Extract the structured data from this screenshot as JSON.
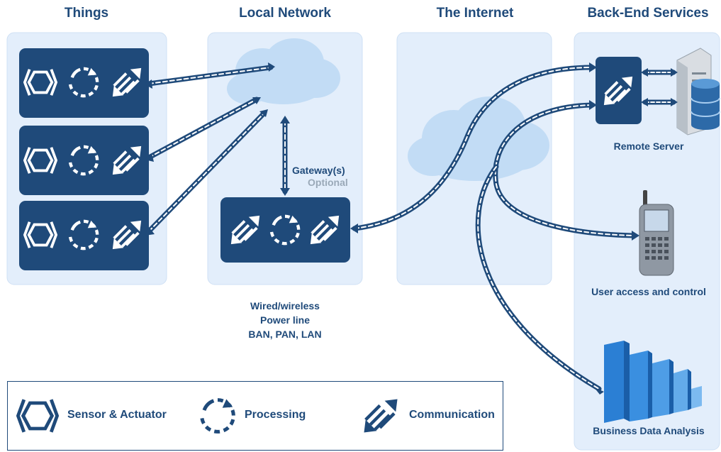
{
  "columns": {
    "things": "Things",
    "local_network": "Local Network",
    "internet": "The Internet",
    "backend": "Back-End Services"
  },
  "gateway": {
    "label": "Gateway(s)",
    "optional": "Optional"
  },
  "network_types": [
    "Wired/wireless",
    "Power line",
    "BAN, PAN, LAN"
  ],
  "backend_items": {
    "remote_server": "Remote Server",
    "user_access": "User access and control",
    "business_data": "Business Data Analysis"
  },
  "legend": {
    "sensor": "Sensor & Actuator",
    "processing": "Processing",
    "communication": "Communication"
  },
  "colors": {
    "navy": "#1f4a7a",
    "panel": "#e3eefb",
    "cloud": "#c2dcf5",
    "optional_grey": "#9aa9b8"
  },
  "icons": [
    "sensor-actuator-icon",
    "processing-icon",
    "communication-icon",
    "cloud-icon",
    "server-icon",
    "database-icon",
    "phone-icon",
    "bar-chart-icon"
  ]
}
